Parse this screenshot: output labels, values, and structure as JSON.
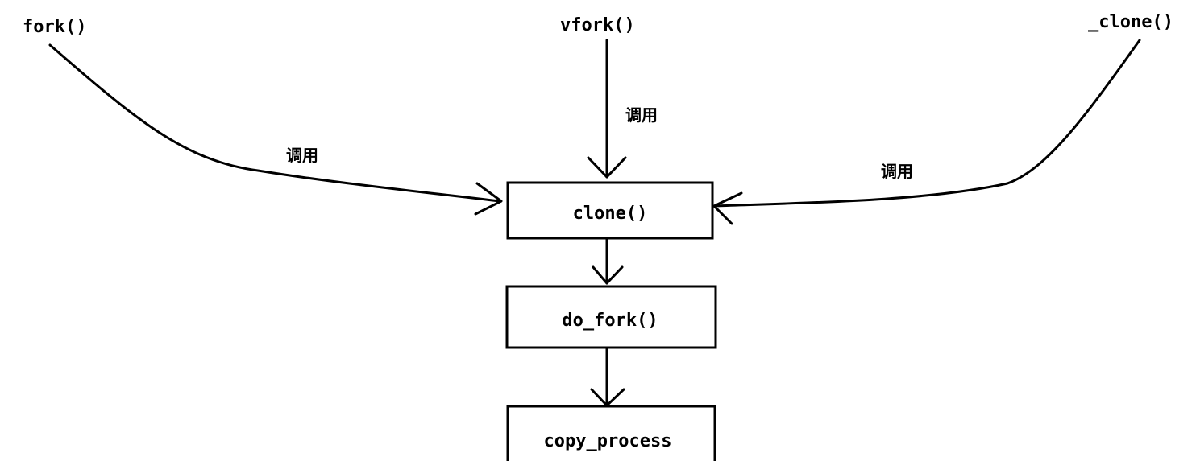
{
  "sources": {
    "fork": "fork()",
    "vfork": "vfork()",
    "clone_wrapper": "_clone()"
  },
  "boxes": {
    "clone": "clone()",
    "do_fork": "do_fork()",
    "copy_process": "copy_process"
  },
  "edge_labels": {
    "fork_to_clone": "调用",
    "vfork_to_clone": "调用",
    "clone_wrapper_to_clone": "调用"
  }
}
